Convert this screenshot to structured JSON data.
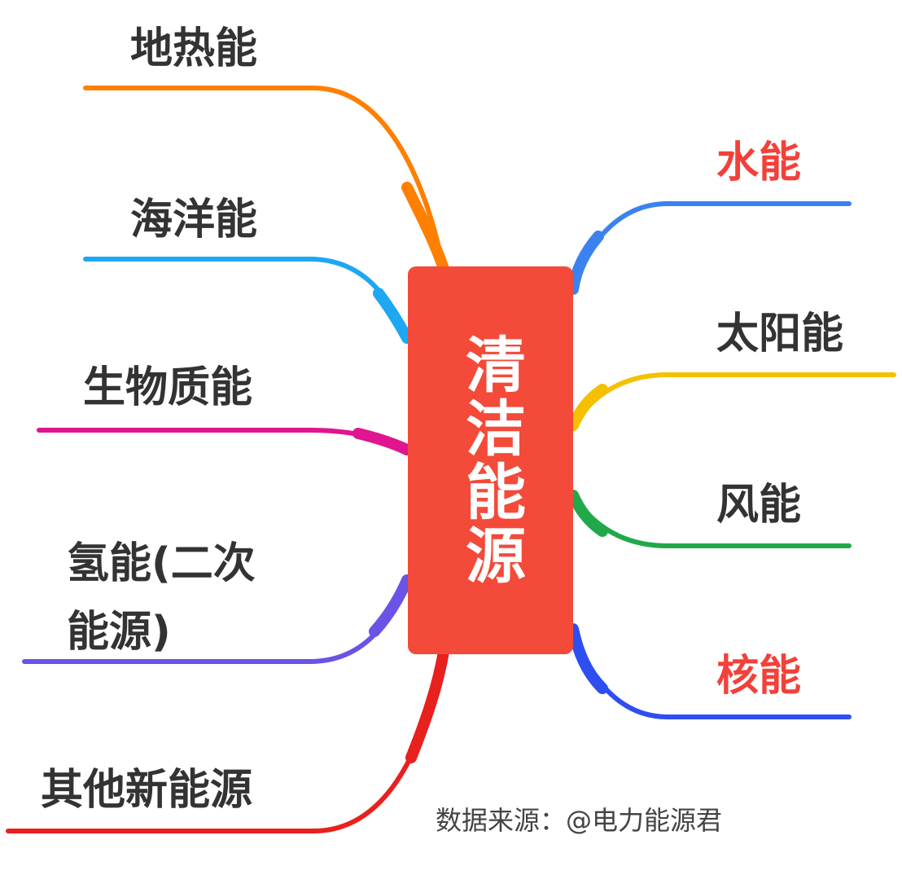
{
  "center": {
    "title": "清洁能源",
    "color": "#f44a3a"
  },
  "branches_left": [
    {
      "label": "地热能",
      "color": "#ff7f00"
    },
    {
      "label": "海洋能",
      "color": "#1ea7f2"
    },
    {
      "label": "生物质能",
      "color": "#e0158f"
    },
    {
      "label": "氢能(二次能源)",
      "color": "#6a53e6"
    },
    {
      "label": "其他新能源",
      "color": "#e8201e"
    }
  ],
  "branches_right": [
    {
      "label": "水能",
      "color": "#3b82f0",
      "label_color": "#f2413a"
    },
    {
      "label": "太阳能",
      "color": "#f5c000"
    },
    {
      "label": "风能",
      "color": "#22a84a"
    },
    {
      "label": "核能",
      "color": "#2f4ef0",
      "label_color": "#f2413a"
    }
  ],
  "source": "数据来源：@电力能源君"
}
